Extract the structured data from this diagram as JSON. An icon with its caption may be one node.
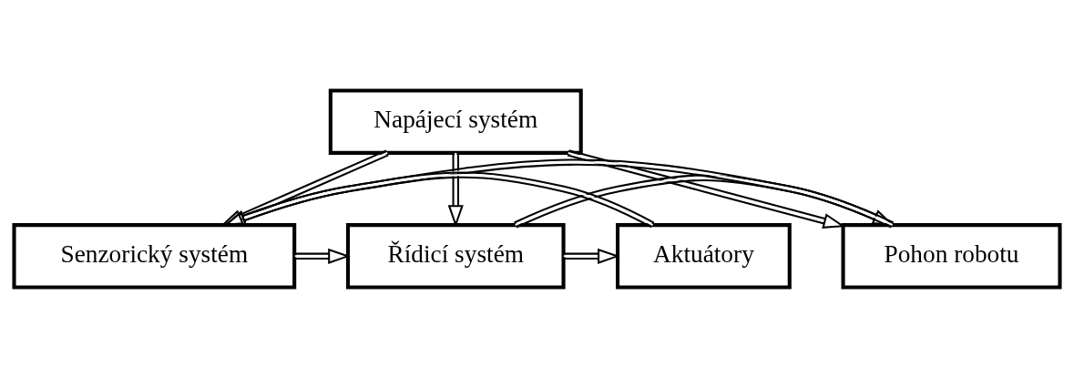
{
  "diagram": {
    "nodes": [
      {
        "text": [
          "Napájecí systém"
        ]
      },
      {
        "text": [
          "Senzorický systém"
        ]
      },
      {
        "text": [
          "Řídicí systém"
        ]
      },
      {
        "text": [
          "Pohon robotu"
        ]
      },
      {
        "text": [
          "Aktuátory"
        ]
      }
    ],
    "edges": [
      {
        "from": 0,
        "to": 1,
        "arrow": "to"
      },
      {
        "from": 0,
        "to": 2,
        "arrow": "to"
      },
      {
        "from": 0,
        "to": 3,
        "arrow": "to"
      },
      {
        "from": 1,
        "to": 2,
        "arrow": "to"
      },
      {
        "from": 2,
        "to": 3,
        "arrow": "to"
      },
      {
        "from": 2,
        "to": 4,
        "arrow": "to"
      },
      {
        "from": 3,
        "to": 1,
        "arrow": "to"
      },
      {
        "from": 4,
        "to": 1,
        "arrow": "to"
      }
    ]
  }
}
